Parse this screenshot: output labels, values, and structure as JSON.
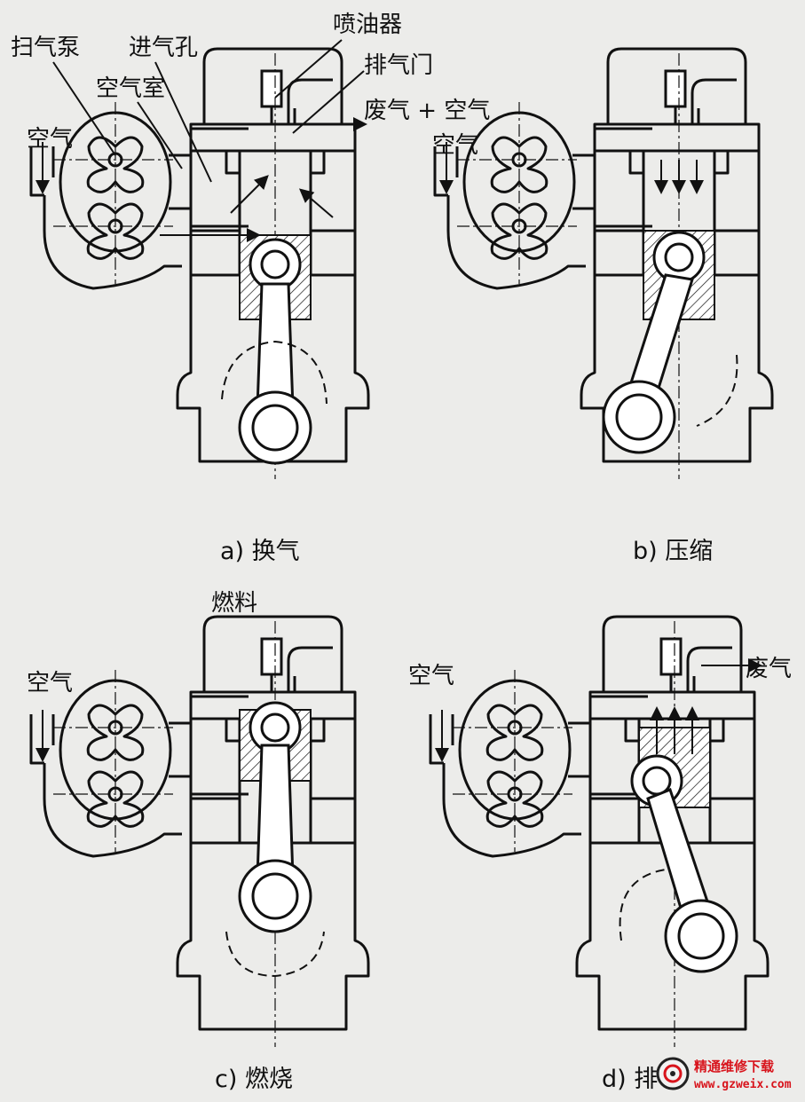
{
  "labels": {
    "scavenging_pump": "扫气泵",
    "intake_port": "进气孔",
    "injector": "喷油器",
    "exhaust_valve": "排气门",
    "air_chamber": "空气室",
    "exhaust_plus_air": "废气 + 空气",
    "air_a": "空气",
    "air_b": "空气",
    "fuel": "燃料",
    "air_c": "空气",
    "air_d": "空气",
    "exhaust_d": "废气"
  },
  "captions": {
    "a": "a) 换气",
    "b": "b) 压缩",
    "c": "c) 燃烧",
    "d": "d) 排气"
  },
  "watermark": {
    "site_name": "精通维修下载",
    "url": "www.gzweix.com"
  },
  "colors": {
    "background": "#ececea",
    "line": "#111111",
    "watermark": "#d8141c"
  }
}
